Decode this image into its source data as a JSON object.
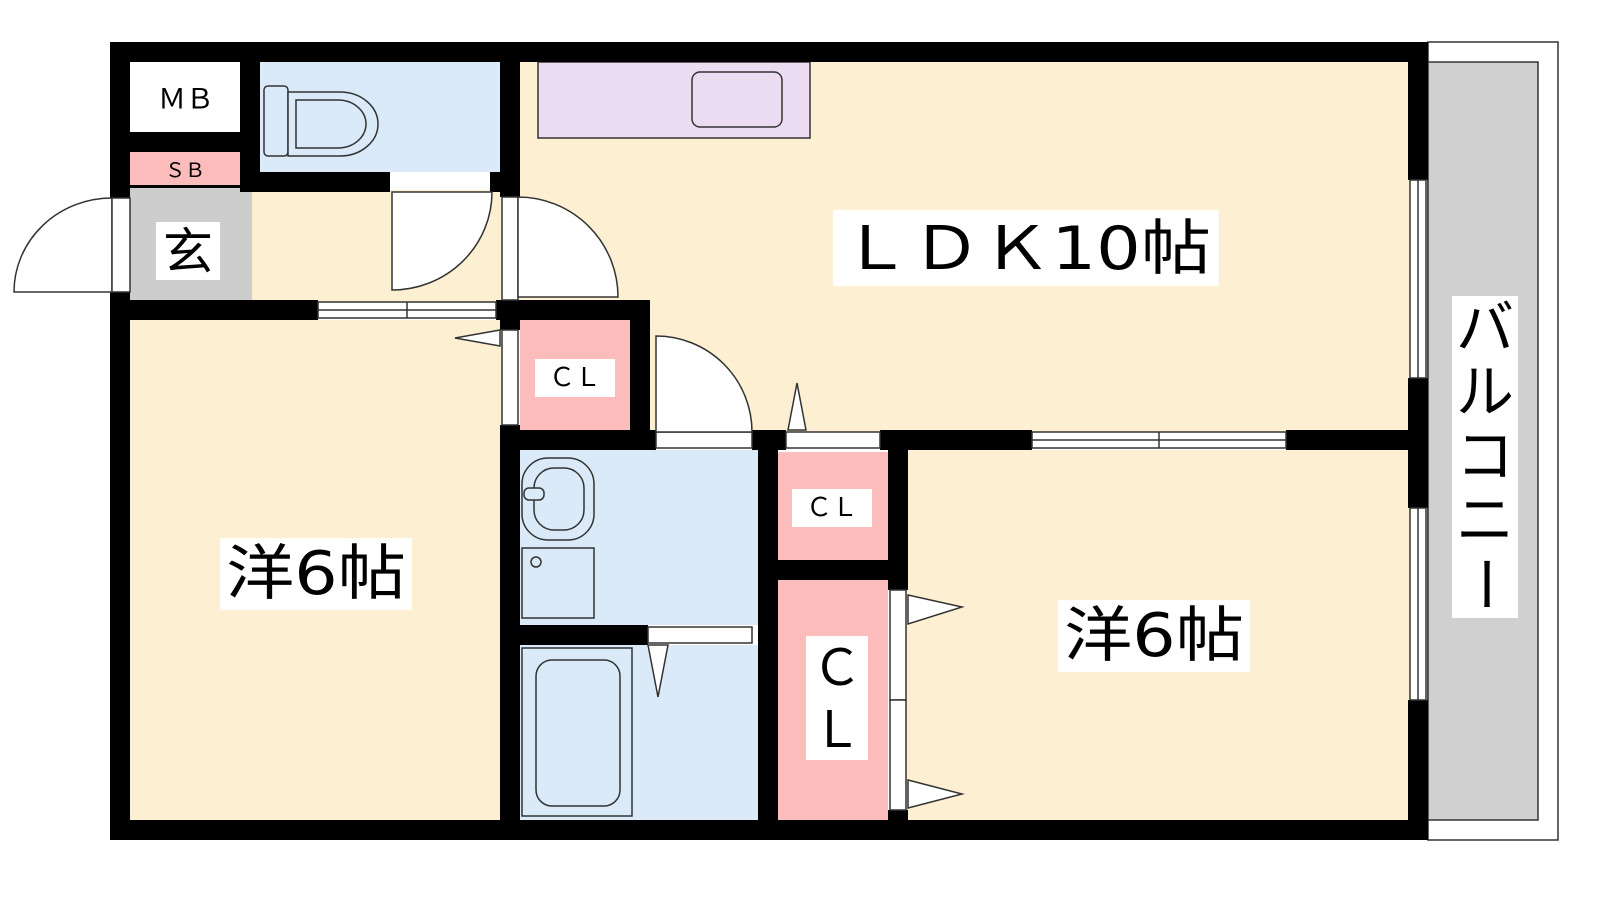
{
  "rooms": {
    "mb": "ＭＢ",
    "sb": "ＳＢ",
    "genkan": "玄",
    "ldk": "ＬＤＫ10帖",
    "western_left": "洋6帖",
    "western_right": "洋6帖",
    "closet_upper": "ＣＬ",
    "closet_middle": "ＣＬ",
    "closet_large_line1": "Ｃ",
    "closet_large_line2": "Ｌ",
    "balcony": [
      "バ",
      "ル",
      "コ",
      "ニ",
      "ー"
    ]
  },
  "colors": {
    "living_floor": "#fdf0d2",
    "wet_area": "#dbeaf9",
    "kitchen": "#ecdcf1",
    "closet": "#fcbcbc",
    "entrance": "#cdcdcd",
    "balcony": "#d0d0d0",
    "wall": "#000000"
  }
}
